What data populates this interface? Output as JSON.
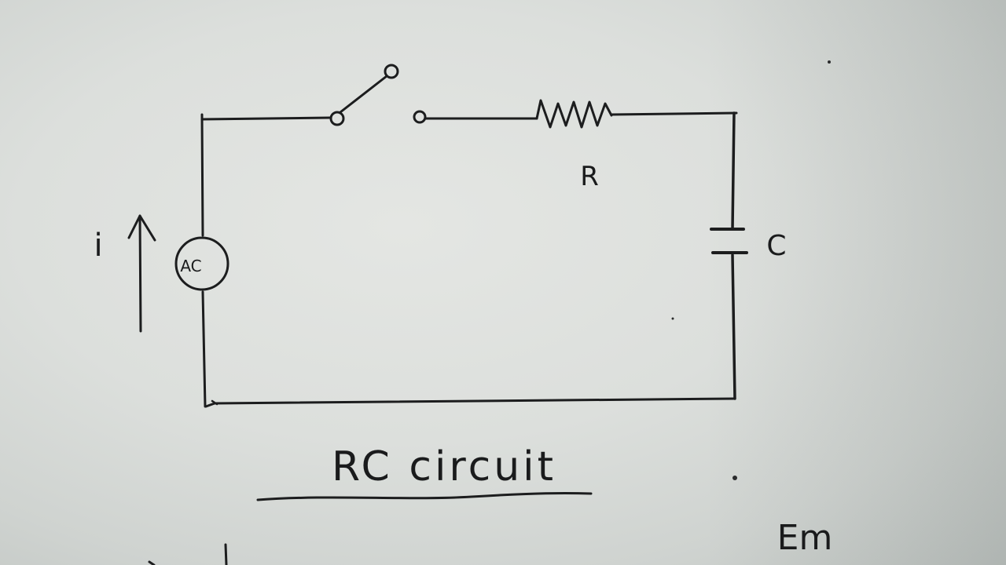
{
  "diagram": {
    "type": "circuit-schematic",
    "title": "RC circuit",
    "components": {
      "source": {
        "label": "AC",
        "kind": "ac-voltage-source"
      },
      "switch": {
        "kind": "spst-switch",
        "state": "open"
      },
      "resistor": {
        "label": "R",
        "kind": "resistor"
      },
      "capacitor": {
        "label": "C",
        "kind": "capacitor"
      }
    },
    "current": {
      "label": "i",
      "direction": "up"
    },
    "annotations": {
      "em_label": "Em"
    },
    "colors": {
      "paper": "#dcdfdc",
      "ink": "#1c1d1e"
    }
  }
}
